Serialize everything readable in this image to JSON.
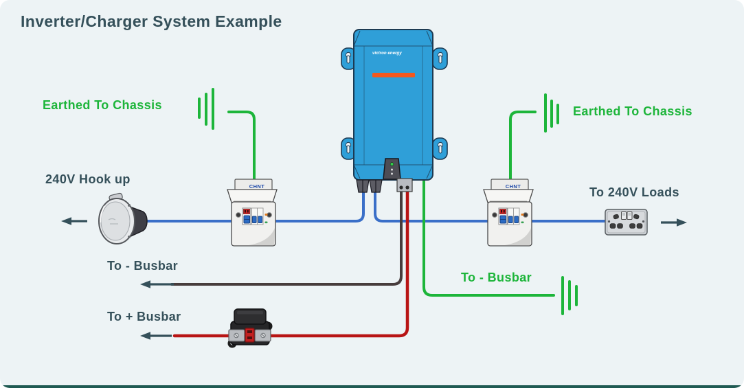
{
  "title": "Inverter/Charger System Example",
  "labels": {
    "earthed_left": "Earthed To Chassis",
    "earthed_right": "Earthed To Chassis",
    "hookup": "240V Hook up",
    "loads": "To 240V Loads",
    "neg_busbar": "To - Busbar",
    "neg_busbar_chassis": "To - Busbar",
    "pos_busbar": "To + Busbar"
  },
  "devices": {
    "inverter": {
      "brand": "victron energy"
    },
    "breaker_left": {
      "brand": "CHNT"
    },
    "breaker_right": {
      "brand": "CHNT"
    }
  },
  "colors": {
    "earth_wire": "#1db53a",
    "ac_wire": "#3a6fc8",
    "negative_wire": "#473c3c",
    "positive_wire": "#b81414",
    "arrow": "#35505a",
    "inverter_blue": "#2f9fd8",
    "accent_orange": "#f4581d",
    "background": "#edf3f5",
    "bottom_bar": "#1f5a52"
  }
}
